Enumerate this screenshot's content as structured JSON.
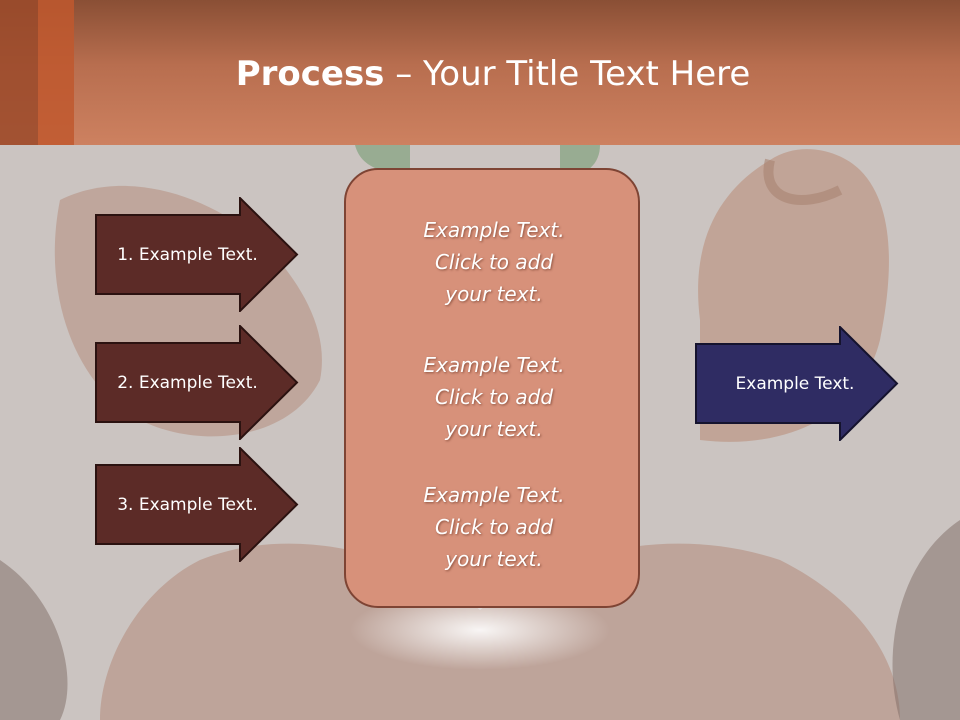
{
  "slide": {
    "title_bold": "Process",
    "title_rest": " – Your Title Text Here"
  },
  "left_arrows": [
    {
      "label": "1. Example Text."
    },
    {
      "label": "2. Example Text."
    },
    {
      "label": "3. Example Text."
    }
  ],
  "center_box": {
    "blocks": [
      {
        "line1": "Example Text.",
        "line2": "Click  to add",
        "line3": "your text."
      },
      {
        "line1": "Example Text.",
        "line2": "Click  to add",
        "line3": "your text."
      },
      {
        "line1": "Example Text.",
        "line2": "Click  to add",
        "line3": "your text."
      }
    ]
  },
  "right_arrow": {
    "label": "Example Text."
  },
  "colors": {
    "left_arrow_fill": "#5c2b27",
    "right_arrow_fill": "#2f2c63",
    "center_fill": "#d7917a"
  }
}
